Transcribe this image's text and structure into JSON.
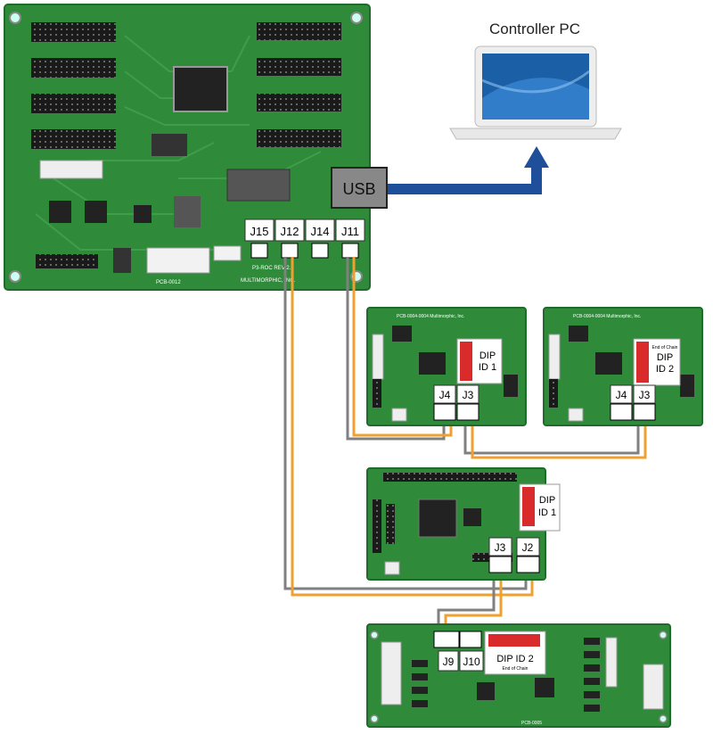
{
  "title": "Controller PC",
  "usb_label": "USB",
  "main_board": {
    "connectors": [
      "J15",
      "J12",
      "J14",
      "J11"
    ],
    "silkscreen": [
      "P3-ROC REV 2.0",
      "MULTIMORPHIC, INC.",
      "PCB-0012"
    ]
  },
  "board_a": {
    "connectors": [
      "J4",
      "J3"
    ],
    "dip_line1": "DIP",
    "dip_line2": "ID 1",
    "silk": "PCB-0004-0004   Multimorphic, Inc."
  },
  "board_b": {
    "connectors": [
      "J4",
      "J3"
    ],
    "dip_note": "End of Chain",
    "dip_line1": "DIP",
    "dip_line2": "ID 2",
    "silk": "PCB-0004-0004   Multimorphic, Inc."
  },
  "board_c": {
    "connectors": [
      "J3",
      "J2"
    ],
    "dip_line1": "DIP",
    "dip_line2": "ID 1"
  },
  "board_d": {
    "connectors": [
      "J9",
      "J10"
    ],
    "dip_label": "DIP ID 2",
    "dip_note": "End of Chain",
    "silk": "PCB-0005"
  },
  "colors": {
    "pcb": "#2f8a3a",
    "pcb_dark": "#1f6b2b",
    "usb_cable": "#1f4f9a",
    "wire_orange": "#f0a030",
    "wire_gray": "#808080"
  }
}
